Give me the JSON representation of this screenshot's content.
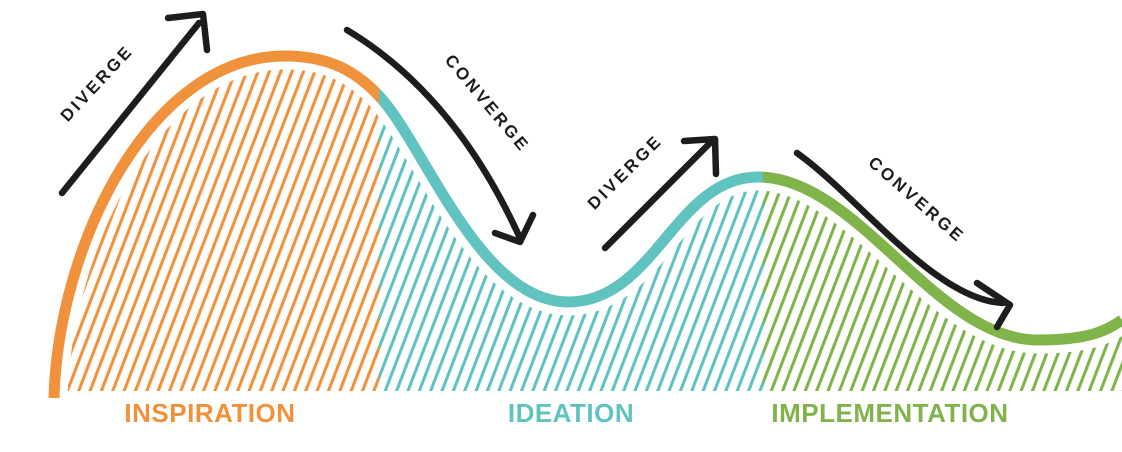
{
  "diagram": {
    "name": "Design process diverge-converge curve",
    "phases": [
      {
        "label": "INSPIRATION",
        "color": "#F0913C"
      },
      {
        "label": "IDEATION",
        "color": "#60C3BF"
      },
      {
        "label": "IMPLEMENTATION",
        "color": "#80B44B"
      }
    ],
    "flow_labels": {
      "diverge_1": "DIVERGE",
      "converge_1": "CONVERGE",
      "diverge_2": "DIVERGE",
      "converge_2": "CONVERGE"
    },
    "arrow_color": "#1d1d1b"
  }
}
